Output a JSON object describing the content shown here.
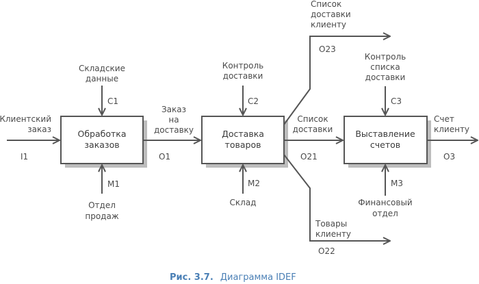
{
  "boxes": [
    {
      "line1": "Обработка",
      "line2": "заказов"
    },
    {
      "line1": "Доставка",
      "line2": "товаров"
    },
    {
      "line1": "Выставление",
      "line2": "счетов"
    }
  ],
  "arrows": {
    "i1": {
      "line1": "Клиентский",
      "line2": "заказ",
      "code": "I1"
    },
    "c1": {
      "line1": "Складские",
      "line2": "данные",
      "code": "C1"
    },
    "m1": {
      "line1": "Отдел",
      "line2": "продаж",
      "code": "M1"
    },
    "o1": {
      "line1": "Заказ",
      "line2": "на",
      "line3": "доставку",
      "code": "O1"
    },
    "c2": {
      "line1": "Контроль",
      "line2": "доставки",
      "code": "C2"
    },
    "m2": {
      "line1": "Склад",
      "code": "M2"
    },
    "o23": {
      "line1": "Список",
      "line2": "доставки",
      "line3": "клиенту",
      "code": "O23"
    },
    "o21": {
      "line1": "Список",
      "line2": "доставки",
      "code": "O21"
    },
    "o22": {
      "line1": "Товары",
      "line2": "клиенту",
      "code": "O22"
    },
    "c3": {
      "line1": "Контроль",
      "line2": "списка",
      "line3": "доставки",
      "code": "C3"
    },
    "m3": {
      "line1": "Финансовый",
      "line2": "отдел",
      "code": "M3"
    },
    "o3": {
      "line1": "Счет",
      "line2": "клиенту",
      "code": "O3"
    }
  },
  "caption": {
    "number": "Рис. 3.7.",
    "title": "Диаграмма IDEF"
  },
  "colors": {
    "line": "#555555",
    "caption": "#4a7fb5",
    "shadow": "#bdbdbd"
  }
}
